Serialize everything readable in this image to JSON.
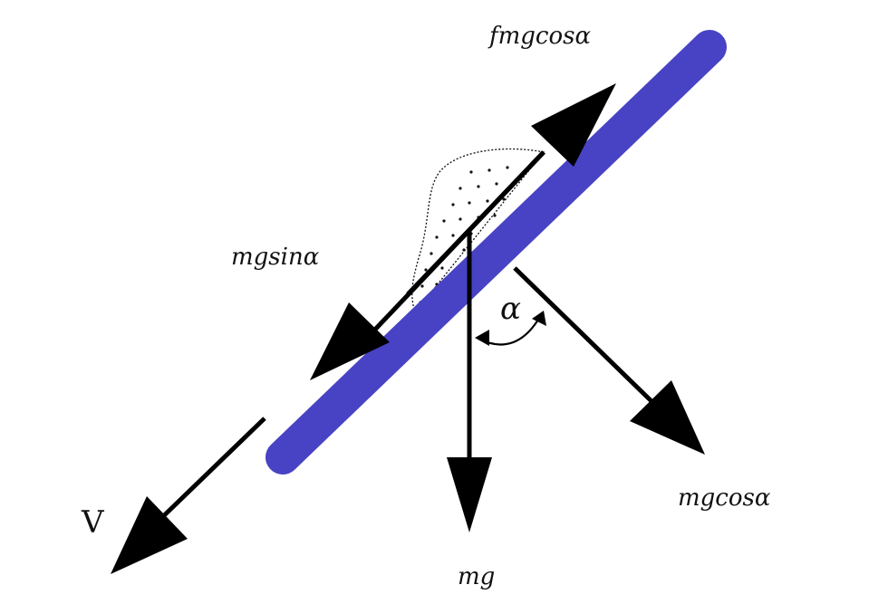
{
  "labels": {
    "friction": "fmgcosα",
    "tangential": "mgsinα",
    "angle": "α",
    "weight": "mg",
    "normal": "mgcosα",
    "velocity": "V"
  },
  "colors": {
    "plate": "#4a45c8",
    "arrow": "#000000",
    "background": "#ffffff"
  }
}
